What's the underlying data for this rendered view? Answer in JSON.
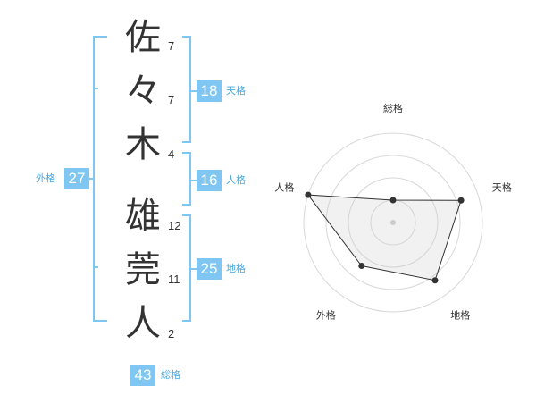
{
  "name_chars": [
    {
      "char": "佐",
      "strokes": "7"
    },
    {
      "char": "々",
      "strokes": "7"
    },
    {
      "char": "木",
      "strokes": "4"
    },
    {
      "char": "雄",
      "strokes": "12"
    },
    {
      "char": "莞",
      "strokes": "11"
    },
    {
      "char": "人",
      "strokes": "2"
    }
  ],
  "kakusu": {
    "tenkaku": {
      "value": "18",
      "label": "天格"
    },
    "jinkaku": {
      "value": "16",
      "label": "人格"
    },
    "chikaku": {
      "value": "25",
      "label": "地格"
    },
    "gaikaku": {
      "value": "27",
      "label": "外格"
    },
    "soukaku": {
      "value": "43",
      "label": "総格"
    }
  },
  "colors": {
    "accent": "#7fc6f2",
    "accent_text": "#4aa8e0"
  },
  "chart_data": {
    "type": "radar",
    "axes": [
      "総格",
      "天格",
      "地格",
      "外格",
      "人格"
    ],
    "values": [
      0.25,
      0.8,
      0.8,
      0.6,
      1.0
    ],
    "rings": 4,
    "range": [
      0,
      1
    ]
  }
}
